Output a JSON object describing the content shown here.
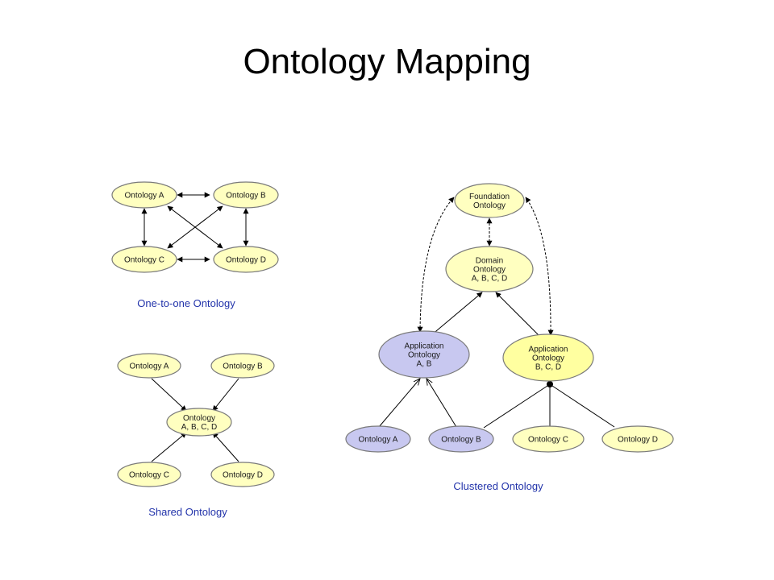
{
  "title": "Ontology Mapping",
  "colors": {
    "yellow_fill": "#FFFFC0",
    "purple_fill": "#C8C8F0",
    "app_purple_fill": "#C8C8F0",
    "app_yellow_fill": "#FFFFA0",
    "stroke": "#7A7A7A",
    "caption": "#2233AA",
    "line": "#000000"
  },
  "one_to_one": {
    "caption": "One-to-one Ontology",
    "nodes": {
      "a": [
        "Ontology A"
      ],
      "b": [
        "Ontology B"
      ],
      "c": [
        "Ontology C"
      ],
      "d": [
        "Ontology D"
      ]
    }
  },
  "shared": {
    "caption": "Shared Ontology",
    "nodes": {
      "a": [
        "Ontology A"
      ],
      "b": [
        "Ontology B"
      ],
      "c": [
        "Ontology C"
      ],
      "d": [
        "Ontology D"
      ],
      "center": [
        "Ontology",
        "A, B, C, D"
      ]
    }
  },
  "clustered": {
    "caption": "Clustered Ontology",
    "nodes": {
      "foundation": [
        "Foundation",
        "Ontology"
      ],
      "domain": [
        "Domain",
        "Ontology",
        "A, B, C, D"
      ],
      "app_ab": [
        "Application",
        "Ontology",
        "A, B"
      ],
      "app_bcd": [
        "Application",
        "Ontology",
        "B, C, D"
      ],
      "a": [
        "Ontology A"
      ],
      "b": [
        "Ontology B"
      ],
      "c": [
        "Ontology C"
      ],
      "d": [
        "Ontology D"
      ]
    }
  }
}
